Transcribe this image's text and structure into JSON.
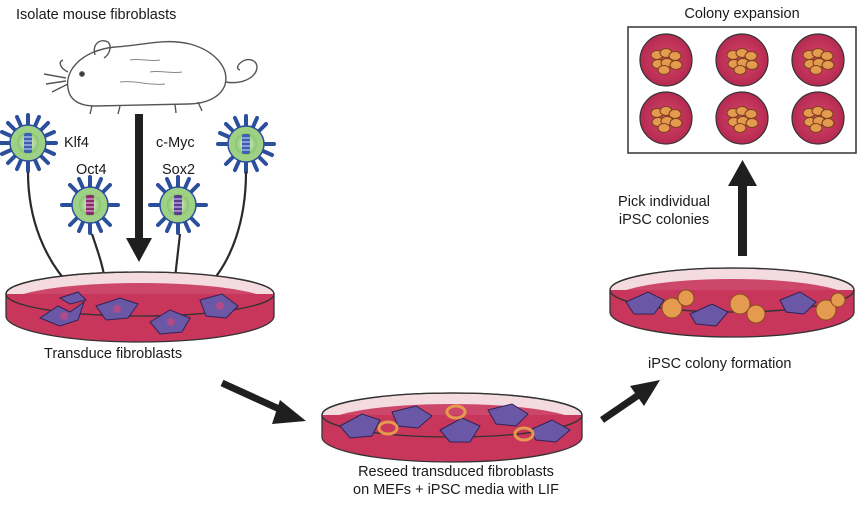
{
  "labels": {
    "isolate": "Isolate mouse fibroblasts",
    "klf4": "Klf4",
    "cmyc": "c-Myc",
    "oct4": "Oct4",
    "sox2": "Sox2",
    "transduce": "Transduce fibroblasts",
    "reseed_line1": "Reseed transduced fibroblasts",
    "reseed_line2": "on MEFs + iPSC media with LIF",
    "ipsc_formation": "iPSC colony formation",
    "pick_line1": "Pick individual",
    "pick_line2": "iPSC colonies",
    "colony_expansion": "Colony expansion"
  },
  "colors": {
    "dish_medium": "#c8365c",
    "dish_rim": "#f2d7dc",
    "fibroblast": "#6a57a6",
    "ipsc_colony": "#e49a4f",
    "virus_spike": "#2c4f9c",
    "virus_core": "#86c36b"
  },
  "icons": [
    "mouse-icon",
    "virus-icon",
    "petri-dish-icon",
    "arrow-icon"
  ]
}
